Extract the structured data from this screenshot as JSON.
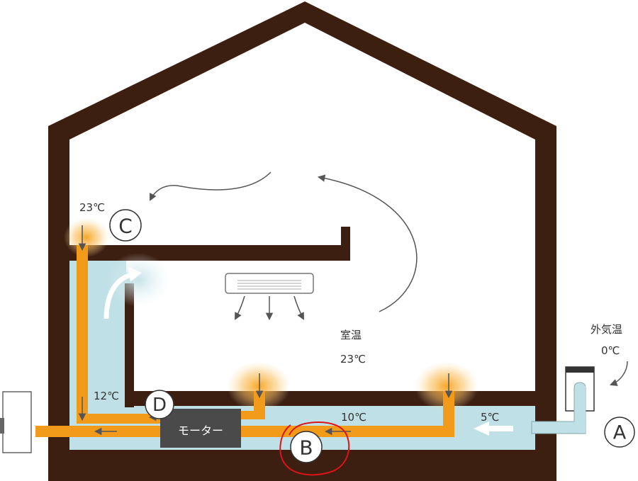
{
  "labels": {
    "c_temp": "23℃",
    "room_temp_title": "室温",
    "room_temp_value": "23℃",
    "outside_title": "外気温",
    "outside_value": "0℃",
    "d_temp": "12℃",
    "b_temp": "10℃",
    "a_temp": "5℃",
    "motor": "モーター"
  },
  "markers": {
    "a": "A",
    "b": "B",
    "c": "C",
    "d": "D"
  },
  "colors": {
    "wall": "#3d1f12",
    "duct": "#f29a1a",
    "air": "#bfe0e6",
    "motor": "#4a4a4a",
    "glow": "#f7a21b",
    "highlight": "#d9141a",
    "arrow": "#555555"
  }
}
